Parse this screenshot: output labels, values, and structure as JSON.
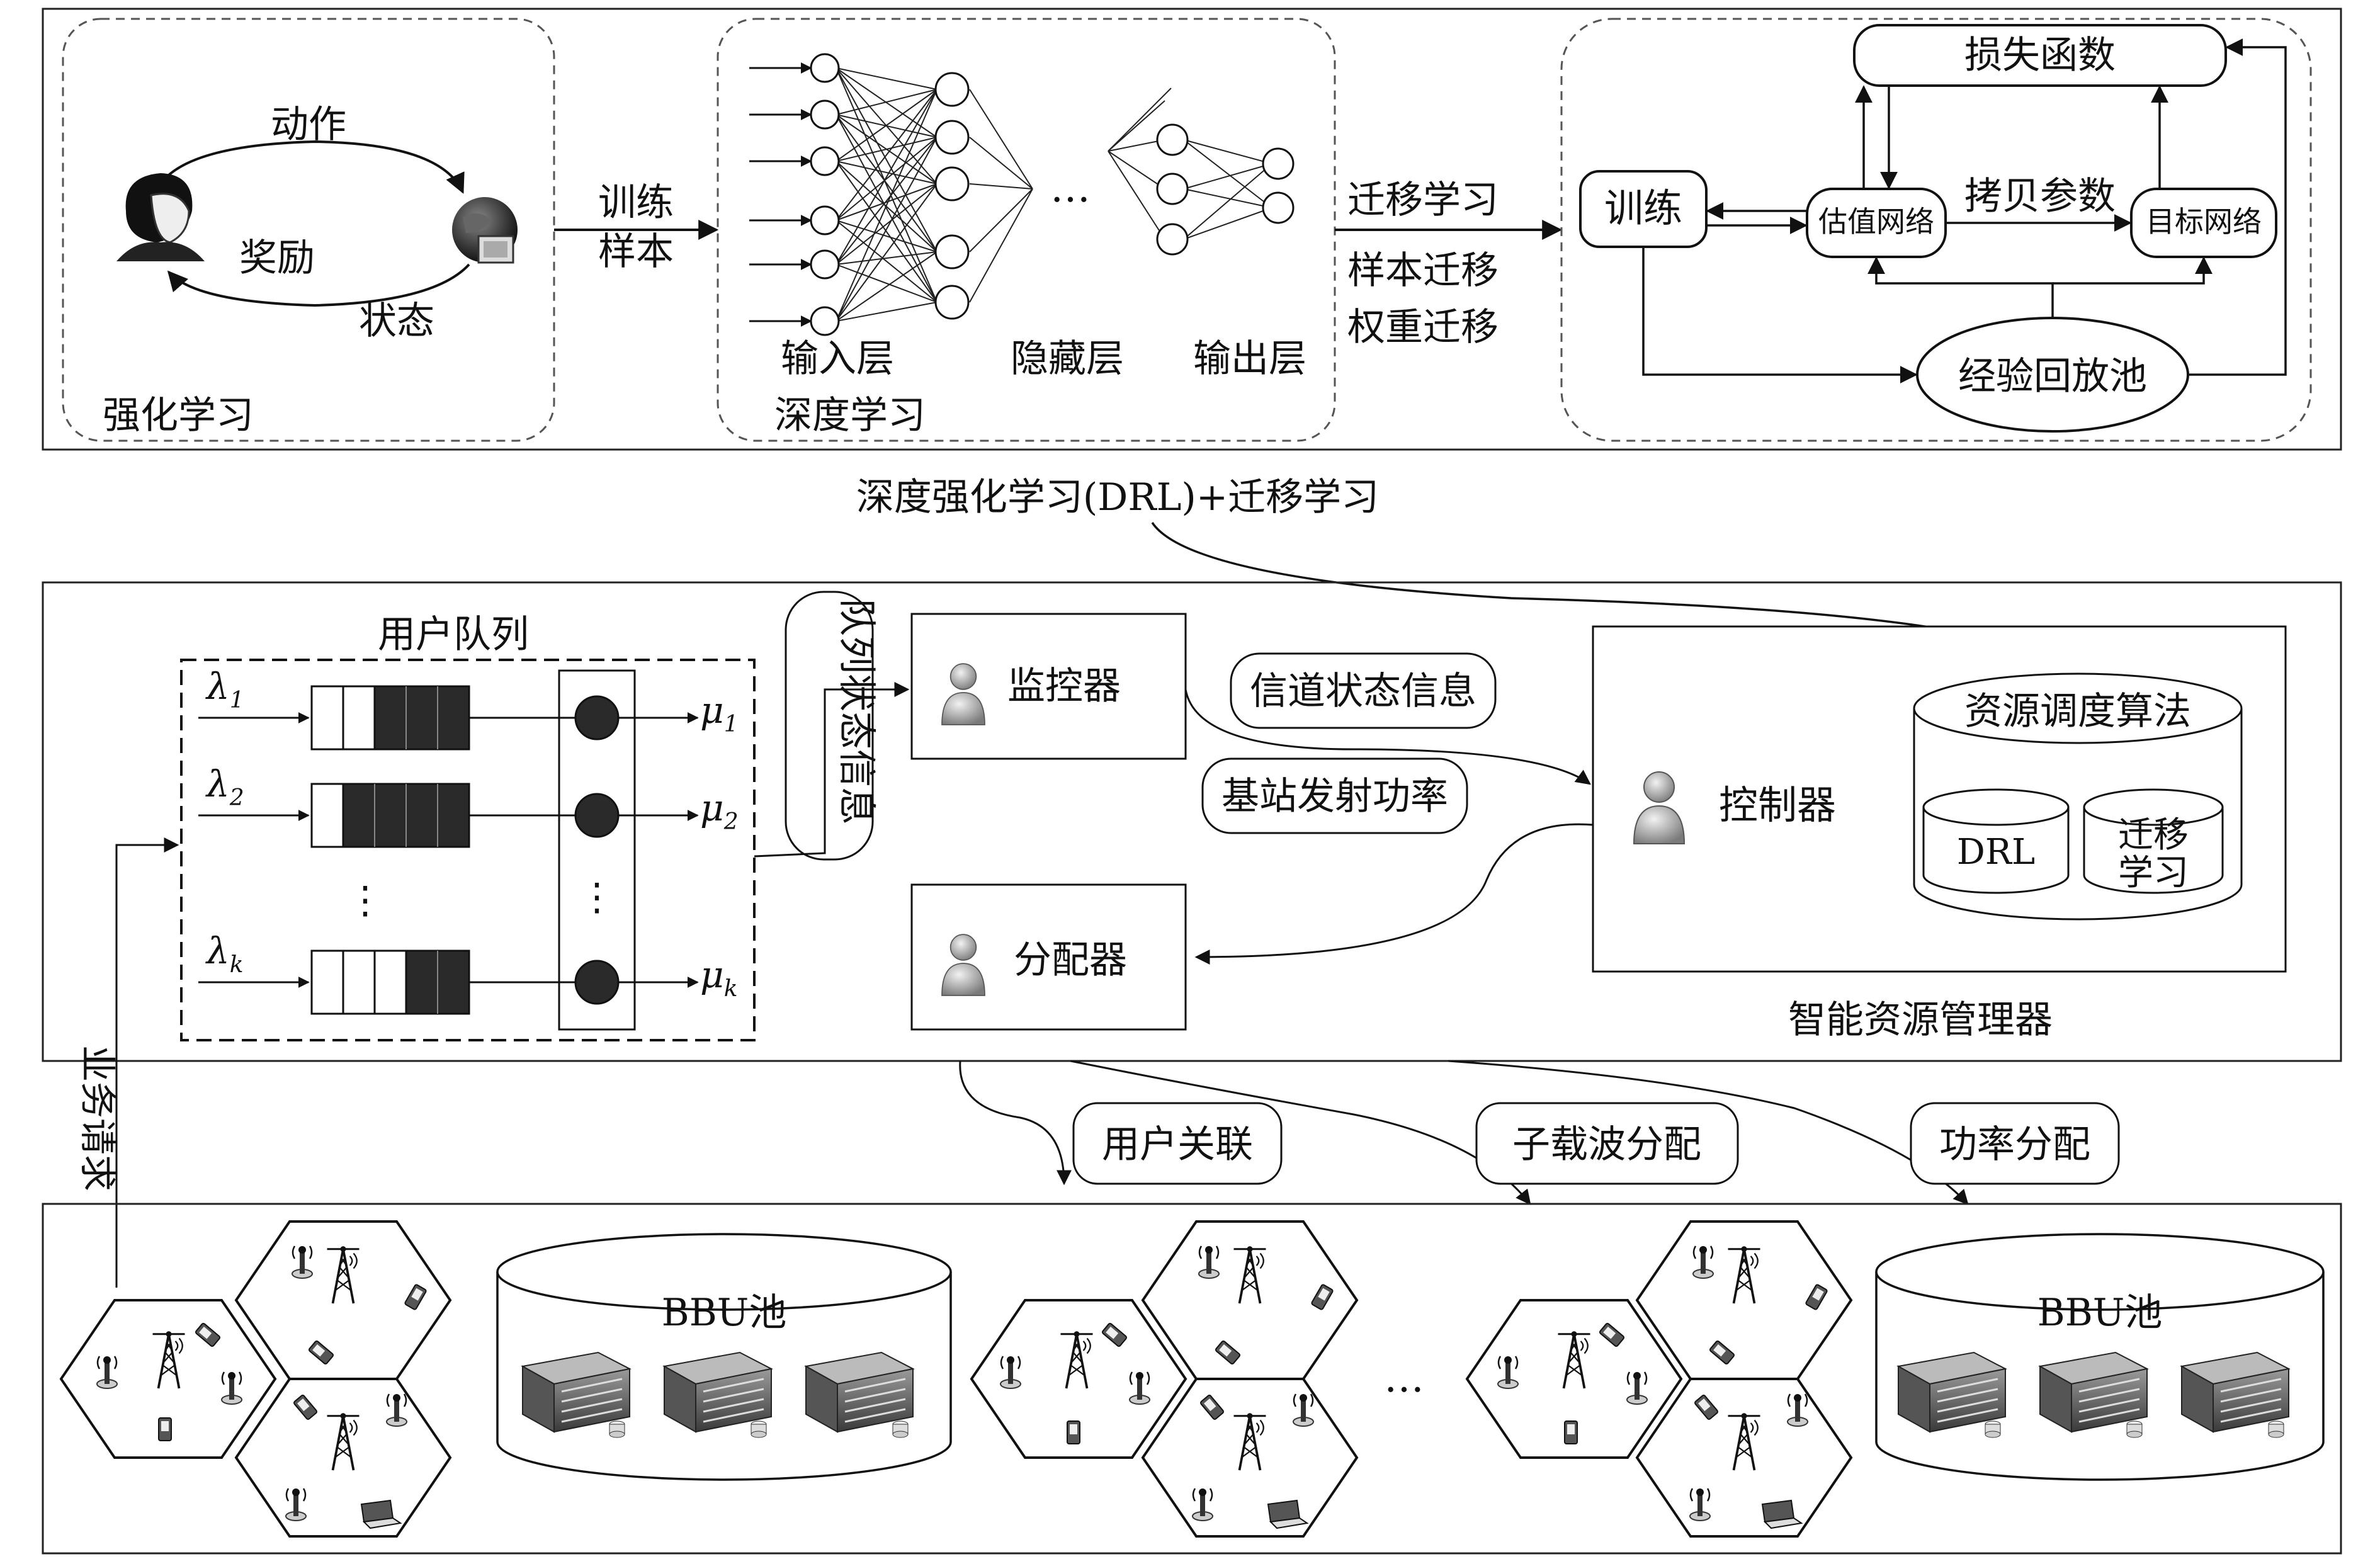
{
  "top": {
    "rl": {
      "action": "动作",
      "reward": "奖励",
      "state": "状态",
      "label": "强化学习"
    },
    "arrow1": {
      "line1": "训练",
      "line2": "样本"
    },
    "dl": {
      "input_layer": "输入层",
      "hidden_layer": "隐藏层",
      "output_layer": "输出层",
      "label": "深度学习",
      "ellipsis": "…"
    },
    "arrow2": {
      "line1": "迁移学习",
      "line2": "样本迁移",
      "line3": "权重迁移"
    },
    "train_box": {
      "train": "训练",
      "loss": "损失函数",
      "estimate_net": "估值网络",
      "target_net": "目标网络",
      "copy_params": "拷贝参数",
      "replay_pool": "经验回放池"
    }
  },
  "caption": "深度强化学习(DRL)+迁移学习",
  "middle": {
    "queue_title": "用户队列",
    "lambdas": [
      {
        "sym": "λ",
        "sub": "1"
      },
      {
        "sym": "λ",
        "sub": "2"
      },
      {
        "sym": "λ",
        "sub": "k"
      }
    ],
    "mus": [
      {
        "sym": "μ",
        "sub": "1"
      },
      {
        "sym": "μ",
        "sub": "2"
      },
      {
        "sym": "μ",
        "sub": "k"
      }
    ],
    "vdots": "⋮",
    "queue_state": "队列状态信息",
    "monitor": "监控器",
    "allocator": "分配器",
    "channel_state": "信道状态信息",
    "bs_power": "基站发射功率",
    "controller": "控制器",
    "algo": "资源调度算法",
    "drl": "DRL",
    "transfer_line1": "迁移",
    "transfer_line2": "学习",
    "manager": "智能资源管理器",
    "service_request": "业务请求"
  },
  "labels": {
    "user_assoc": "用户关联",
    "subcarrier": "子载波分配",
    "power": "功率分配"
  },
  "bottom": {
    "bbu_left": "BBU池",
    "bbu_right": "BBU池",
    "ellipsis": "…"
  }
}
